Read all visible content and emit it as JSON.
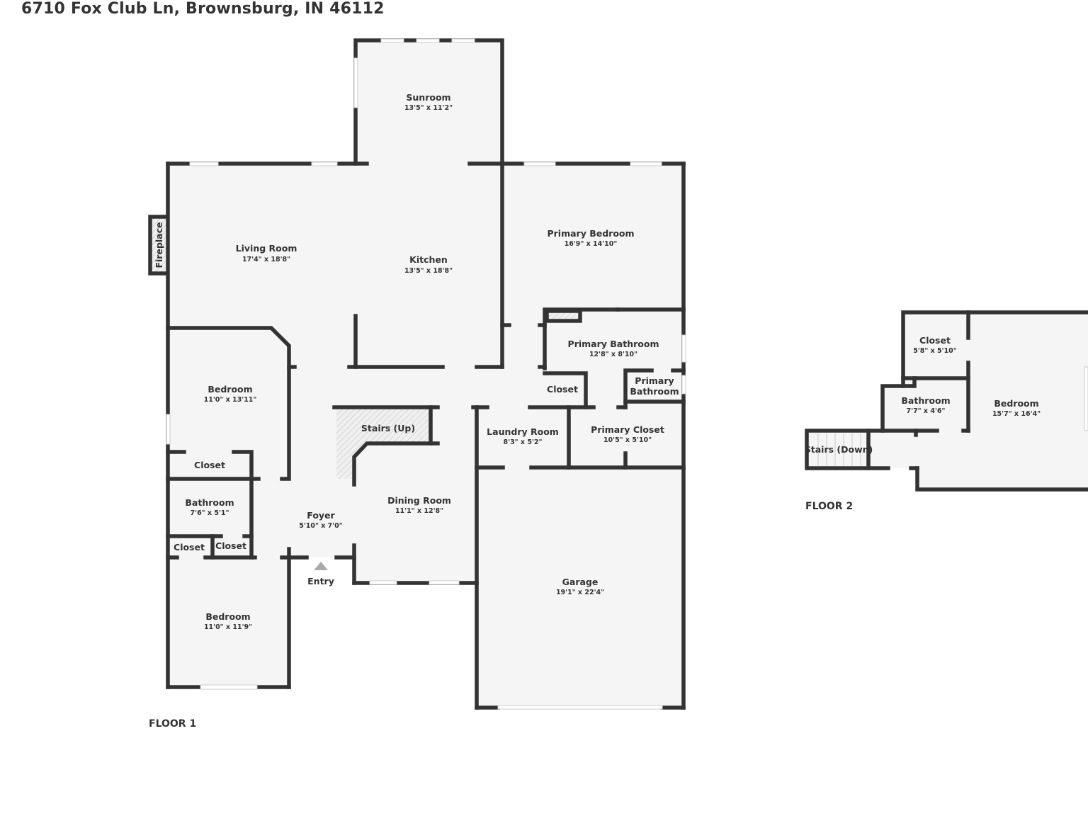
{
  "title": "6710 Fox Club Ln, Brownsburg, IN 46112",
  "colors": {
    "wall": "#333333",
    "floor": "#f5f5f5",
    "entry_marker": "#aaaaaa"
  },
  "floor1": {
    "label": "FLOOR 1",
    "entry_label": "Entry",
    "fireplace_label": "Fireplace",
    "rooms": [
      {
        "name": "Sunroom",
        "dims": "13'5\" x 11'2\""
      },
      {
        "name": "Living Room",
        "dims": "17'4\" x 18'8\""
      },
      {
        "name": "Kitchen",
        "dims": "13'5\" x 18'8\""
      },
      {
        "name": "Primary Bedroom",
        "dims": "16'9\" x 14'10\""
      },
      {
        "name": "Primary Bathroom",
        "dims": "12'8\" x 8'10\""
      },
      {
        "name": "Bedroom",
        "dims": "11'0\" x 13'11\""
      },
      {
        "name": "Stairs (Up)"
      },
      {
        "name": "Closet"
      },
      {
        "name": "Primary",
        "name2": "Bathroom"
      },
      {
        "name": "Laundry Room",
        "dims": "8'3\" x 5'2\""
      },
      {
        "name": "Primary Closet",
        "dims": "10'5\" x 5'10\""
      },
      {
        "name": "Closet"
      },
      {
        "name": "Bathroom",
        "dims": "7'6\" x 5'1\""
      },
      {
        "name": "Foyer",
        "dims": "5'10\" x 7'0\""
      },
      {
        "name": "Dining Room",
        "dims": "11'1\" x 12'8\""
      },
      {
        "name": "Closet"
      },
      {
        "name": "Closet"
      },
      {
        "name": "Garage",
        "dims": "19'1\" x 22'4\""
      },
      {
        "name": "Bedroom",
        "dims": "11'0\" x 11'9\""
      }
    ]
  },
  "floor2": {
    "label": "FLOOR 2",
    "rooms": [
      {
        "name": "Closet",
        "dims": "5'8\" x 5'10\""
      },
      {
        "name": "Bathroom",
        "dims": "7'7\" x 4'6\""
      },
      {
        "name": "Bedroom",
        "dims": "15'7\" x 16'4\""
      },
      {
        "name": "Stairs (Down)"
      }
    ]
  }
}
